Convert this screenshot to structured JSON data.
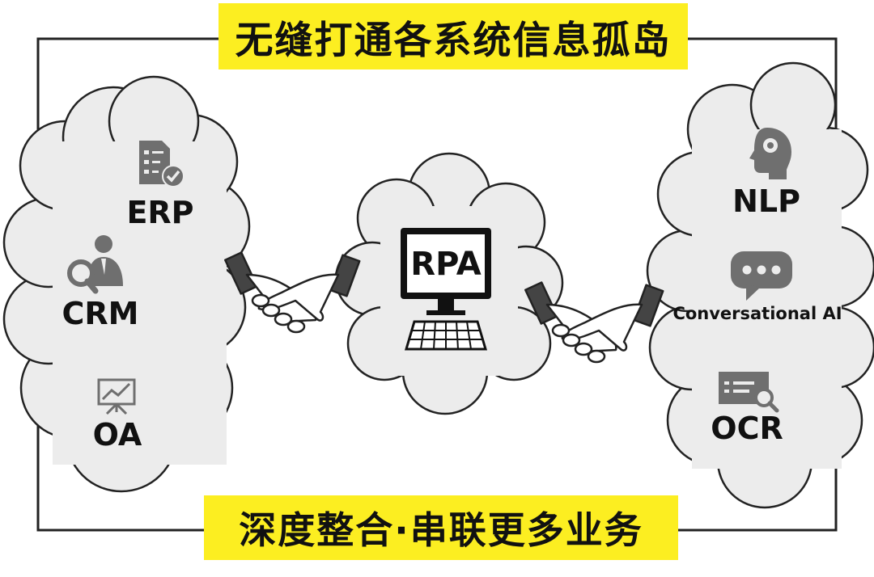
{
  "title": "无缝打通各系统信息孤岛",
  "footer": "深度整合·串联更多业务",
  "center": {
    "label": "RPA"
  },
  "left_systems": [
    {
      "label": "ERP",
      "icon": "document-checklist-icon"
    },
    {
      "label": "CRM",
      "icon": "user-search-icon"
    },
    {
      "label": "OA",
      "icon": "presentation-chart-icon"
    }
  ],
  "right_systems": [
    {
      "label": "NLP",
      "icon": "head-gear-icon"
    },
    {
      "label": "Conversational AI",
      "icon": "chat-bubble-icon"
    },
    {
      "label": "OCR",
      "icon": "document-scan-icon"
    }
  ],
  "colors": {
    "banner": "#fcee21",
    "cloud_fill": "#ececec",
    "cloud_stroke": "#222222",
    "icon": "#6f6f6f",
    "frame": "#222222"
  }
}
